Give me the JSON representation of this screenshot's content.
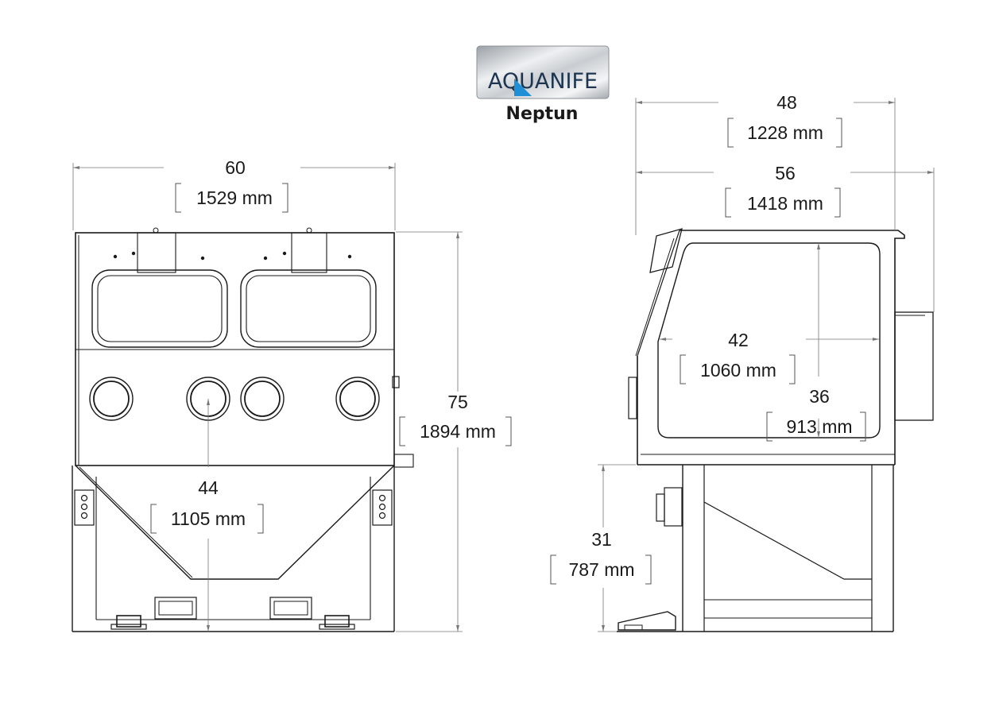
{
  "logo": {
    "text": "AQUANIFE",
    "accent_color": "#1f8fd6"
  },
  "product_name": "Neptun",
  "front_view": {
    "width": {
      "inches": "60",
      "mm": "1529 mm"
    },
    "height": {
      "inches": "75",
      "mm": "1894 mm"
    },
    "depth_clearance": {
      "inches": "44",
      "mm": "1105 mm"
    }
  },
  "side_view": {
    "depth": {
      "inches": "48",
      "mm": "1228 mm"
    },
    "overall_depth": {
      "inches": "56",
      "mm": "1418 mm"
    },
    "window_width": {
      "inches": "42",
      "mm": "1060 mm"
    },
    "window_height": {
      "inches": "36",
      "mm": "913 mm"
    },
    "stand_height": {
      "inches": "31",
      "mm": "787 mm"
    }
  }
}
